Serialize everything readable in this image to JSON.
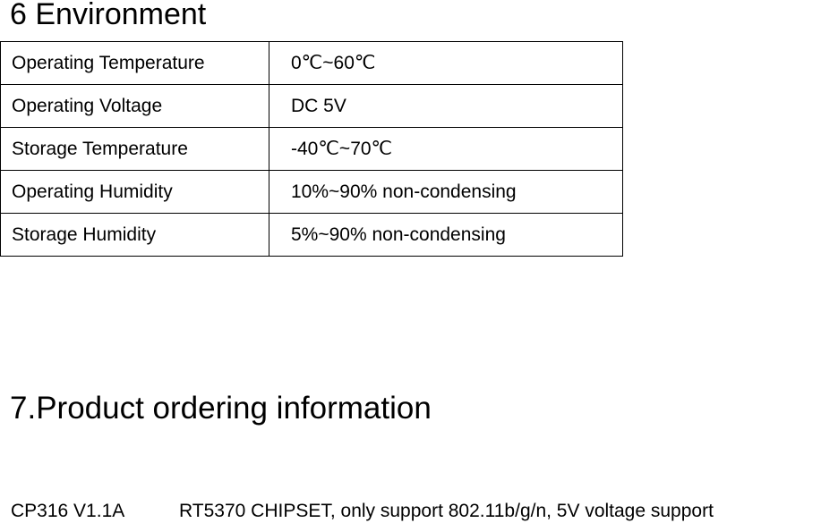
{
  "section6": {
    "title": "6 Environment",
    "rows": [
      {
        "label": "Operating Temperature",
        "value": "0℃~60℃"
      },
      {
        "label": "Operating Voltage",
        "value": "DC 5V"
      },
      {
        "label": "Storage Temperature",
        "value": "-40℃~70℃"
      },
      {
        "label": "Operating Humidity",
        "value": "10%~90% non-condensing"
      },
      {
        "label": "Storage Humidity",
        "value": "5%~90% non-condensing"
      }
    ]
  },
  "section7": {
    "title": "7.Product ordering information",
    "items": [
      {
        "model": "CP316 V1.1A",
        "description": "RT5370 CHIPSET, only support 802.11b/g/n, 5V voltage support"
      }
    ]
  }
}
